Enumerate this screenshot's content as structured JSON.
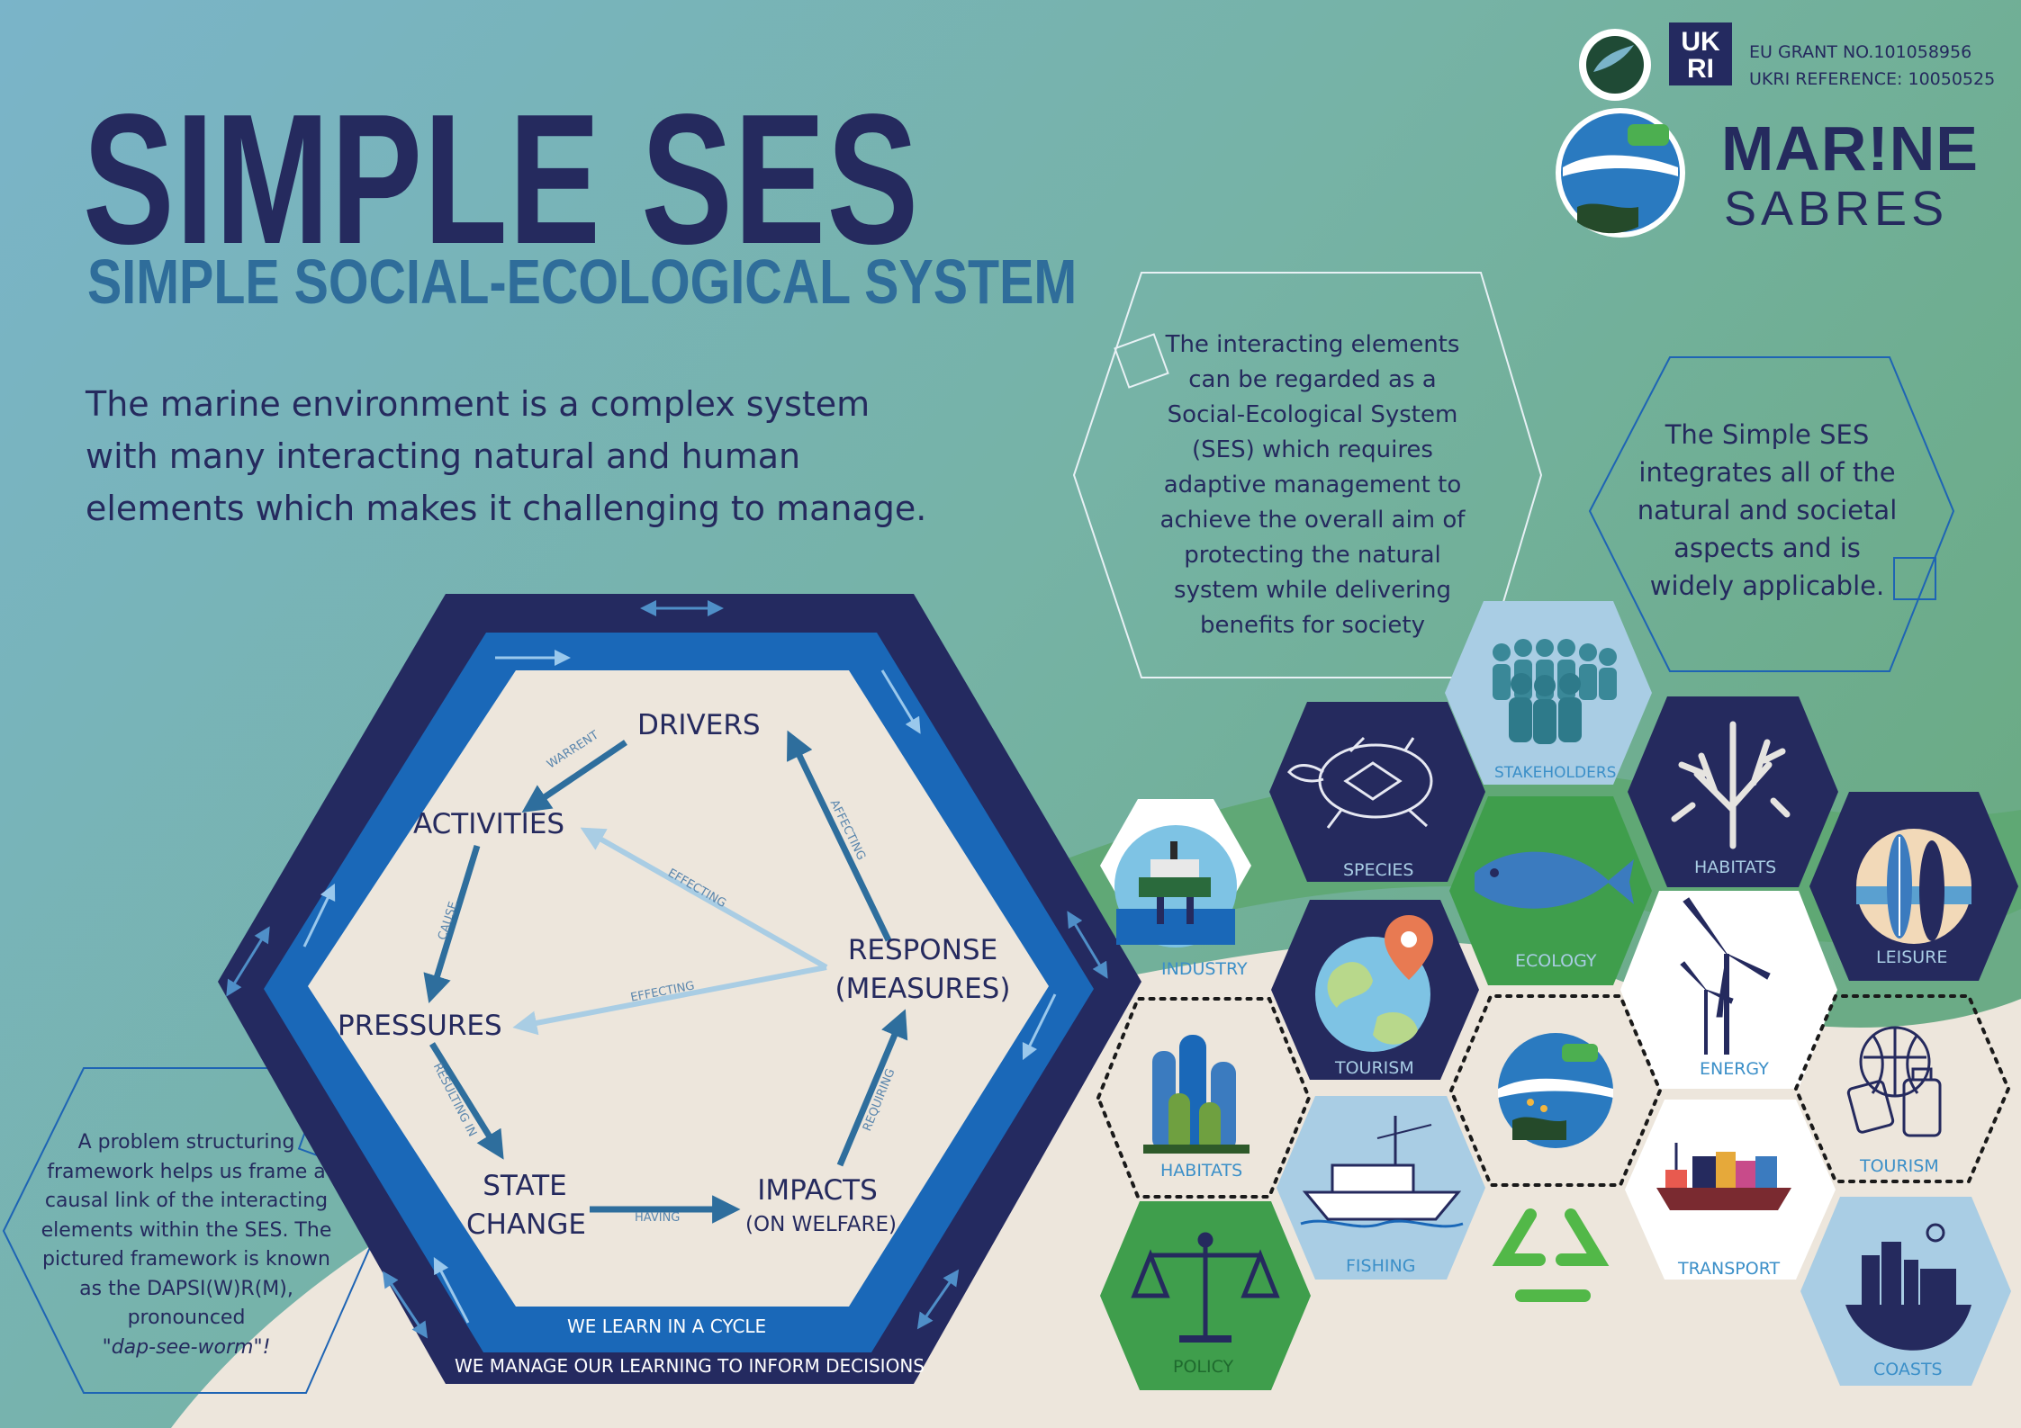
{
  "header": {
    "title": "SIMPLE SES",
    "subtitle": "SIMPLE SOCIAL-ECOLOGICAL SYSTEM",
    "intro": "The marine environment is a complex system with many interacting natural and human elements which makes it challenging to manage."
  },
  "funding": {
    "grant": "EU GRANT NO.101058956",
    "ukri": "UKRI REFERENCE: 10050525",
    "ukri_logo": "UK RI",
    "brand_top": "MAR!NE",
    "brand_bottom": "SABRES"
  },
  "callouts": {
    "ses_definition": "The interacting elements can be regarded as a Social-Ecological System (SES) which requires adaptive management to achieve the overall aim of protecting the natural system while delivering benefits for society",
    "simple_ses": "The Simple SES integrates all of the natural and societal aspects and is widely applicable.",
    "framework_a": "A problem structuring framework helps us frame a causal link of the interacting elements within the SES. The pictured framework is known as the DAPSI(W)R(M), pronounced",
    "framework_b": "\"dap-see-worm\"!"
  },
  "dapsiwrm": {
    "nodes": {
      "drivers": "DRIVERS",
      "activities": "ACTIVITIES",
      "pressures": "PRESSURES",
      "state_a": "STATE",
      "state_b": "CHANGE",
      "impacts_a": "IMPACTS",
      "impacts_b": "(ON WELFARE)",
      "response_a": "RESPONSE",
      "response_b": "(MEASURES)"
    },
    "edges": {
      "warrent": "WARRENT",
      "cause": "CAUSE",
      "resulting_in": "RESULTING IN",
      "having": "HAVING",
      "requiring": "REQUIRING",
      "affecting": "AFFECTING",
      "effecting_1": "EFFECTING",
      "effecting_2": "EFFECTING"
    },
    "inner_cycle": "WE LEARN IN A CYCLE",
    "outer_cycle": "WE MANAGE OUR LEARNING TO INFORM DECISIONS"
  },
  "tiles": {
    "industry": "INDUSTRY",
    "species": "SPECIES",
    "stakeholders": "STAKEHOLDERS",
    "habitats_coral": "HABITATS",
    "leisure": "LEISURE",
    "ecology": "ECOLOGY",
    "tourism_globe": "TOURISM",
    "energy": "ENERGY",
    "habitats_sponge": "HABITATS",
    "tourism_travel": "TOURISM",
    "fishing": "FISHING",
    "transport": "TRANSPORT",
    "policy": "POLICY",
    "coasts": "COASTS"
  },
  "colors": {
    "navy": "#252a5e",
    "blue": "#1a68b8",
    "sand": "#ede6dc",
    "green": "#3f9e4c",
    "light_blue": "#a9cde4"
  }
}
